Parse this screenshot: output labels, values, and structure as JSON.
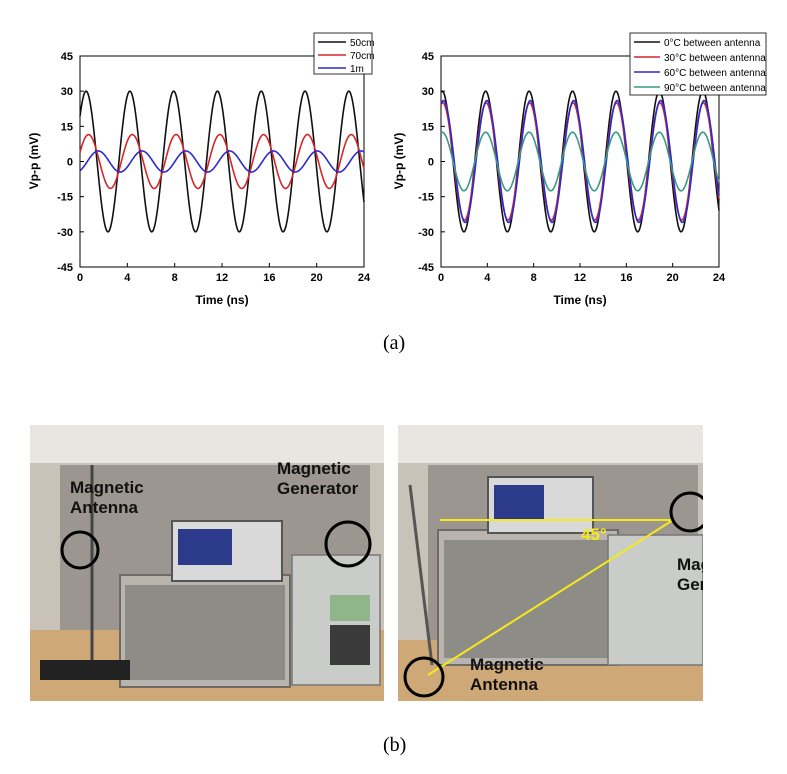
{
  "figure_labels": {
    "a": "(a)",
    "b": "(b)"
  },
  "colors": {
    "black": "#111111",
    "red": "#d62728",
    "blue": "#2a2acf",
    "teal": "#3a9a8a",
    "annotation": "#f4ea1a"
  },
  "chart_data": [
    {
      "type": "line",
      "xlabel": "Time (ns)",
      "ylabel": "Vp-p (mV)",
      "xlim": [
        0,
        24
      ],
      "ylim": [
        -45,
        45
      ],
      "xticks": [
        0,
        4,
        8,
        12,
        16,
        20,
        24
      ],
      "yticks": [
        -45,
        -30,
        -15,
        0,
        15,
        30,
        45
      ],
      "grid": false,
      "legend": "top-right",
      "period_ns": 3.7,
      "series": [
        {
          "name": "50cm",
          "color": "#111111",
          "amplitude": 30,
          "phase_deg": 40
        },
        {
          "name": "70cm",
          "color": "#d62728",
          "amplitude": 11.5,
          "phase_deg": 20
        },
        {
          "name": "1m",
          "color": "#2a2acf",
          "amplitude": 4.5,
          "phase_deg": 300
        }
      ]
    },
    {
      "type": "line",
      "xlabel": "Time (ns)",
      "ylabel": "Vp-p (mV)",
      "xlim": [
        0,
        24
      ],
      "ylim": [
        -45,
        45
      ],
      "xticks": [
        0,
        4,
        8,
        12,
        16,
        20,
        24
      ],
      "yticks": [
        -45,
        -30,
        -15,
        0,
        15,
        30,
        45
      ],
      "grid": false,
      "legend": "top-right",
      "period_ns": 3.75,
      "series": [
        {
          "name": "0°C between antenna",
          "color": "#111111",
          "amplitude": 30,
          "phase_deg": 80
        },
        {
          "name": "30°C between antenna",
          "color": "#d62728",
          "amplitude": 25,
          "phase_deg": 75
        },
        {
          "name": "60°C between antenna",
          "color": "#2a2acf",
          "amplitude": 26,
          "phase_deg": 70
        },
        {
          "name": "90°C between antenna",
          "color": "#3a9a8a",
          "amplitude": 12.5,
          "phase_deg": 80
        }
      ]
    }
  ],
  "photos": {
    "left": {
      "antenna_label": "Magnetic\nAntenna",
      "generator_label": "Magnetic\nGenerator"
    },
    "right": {
      "angle_label": "45°",
      "generator_label": "Magnetic\nGenerator",
      "antenna_label": "Magnetic\nAntenna"
    }
  }
}
